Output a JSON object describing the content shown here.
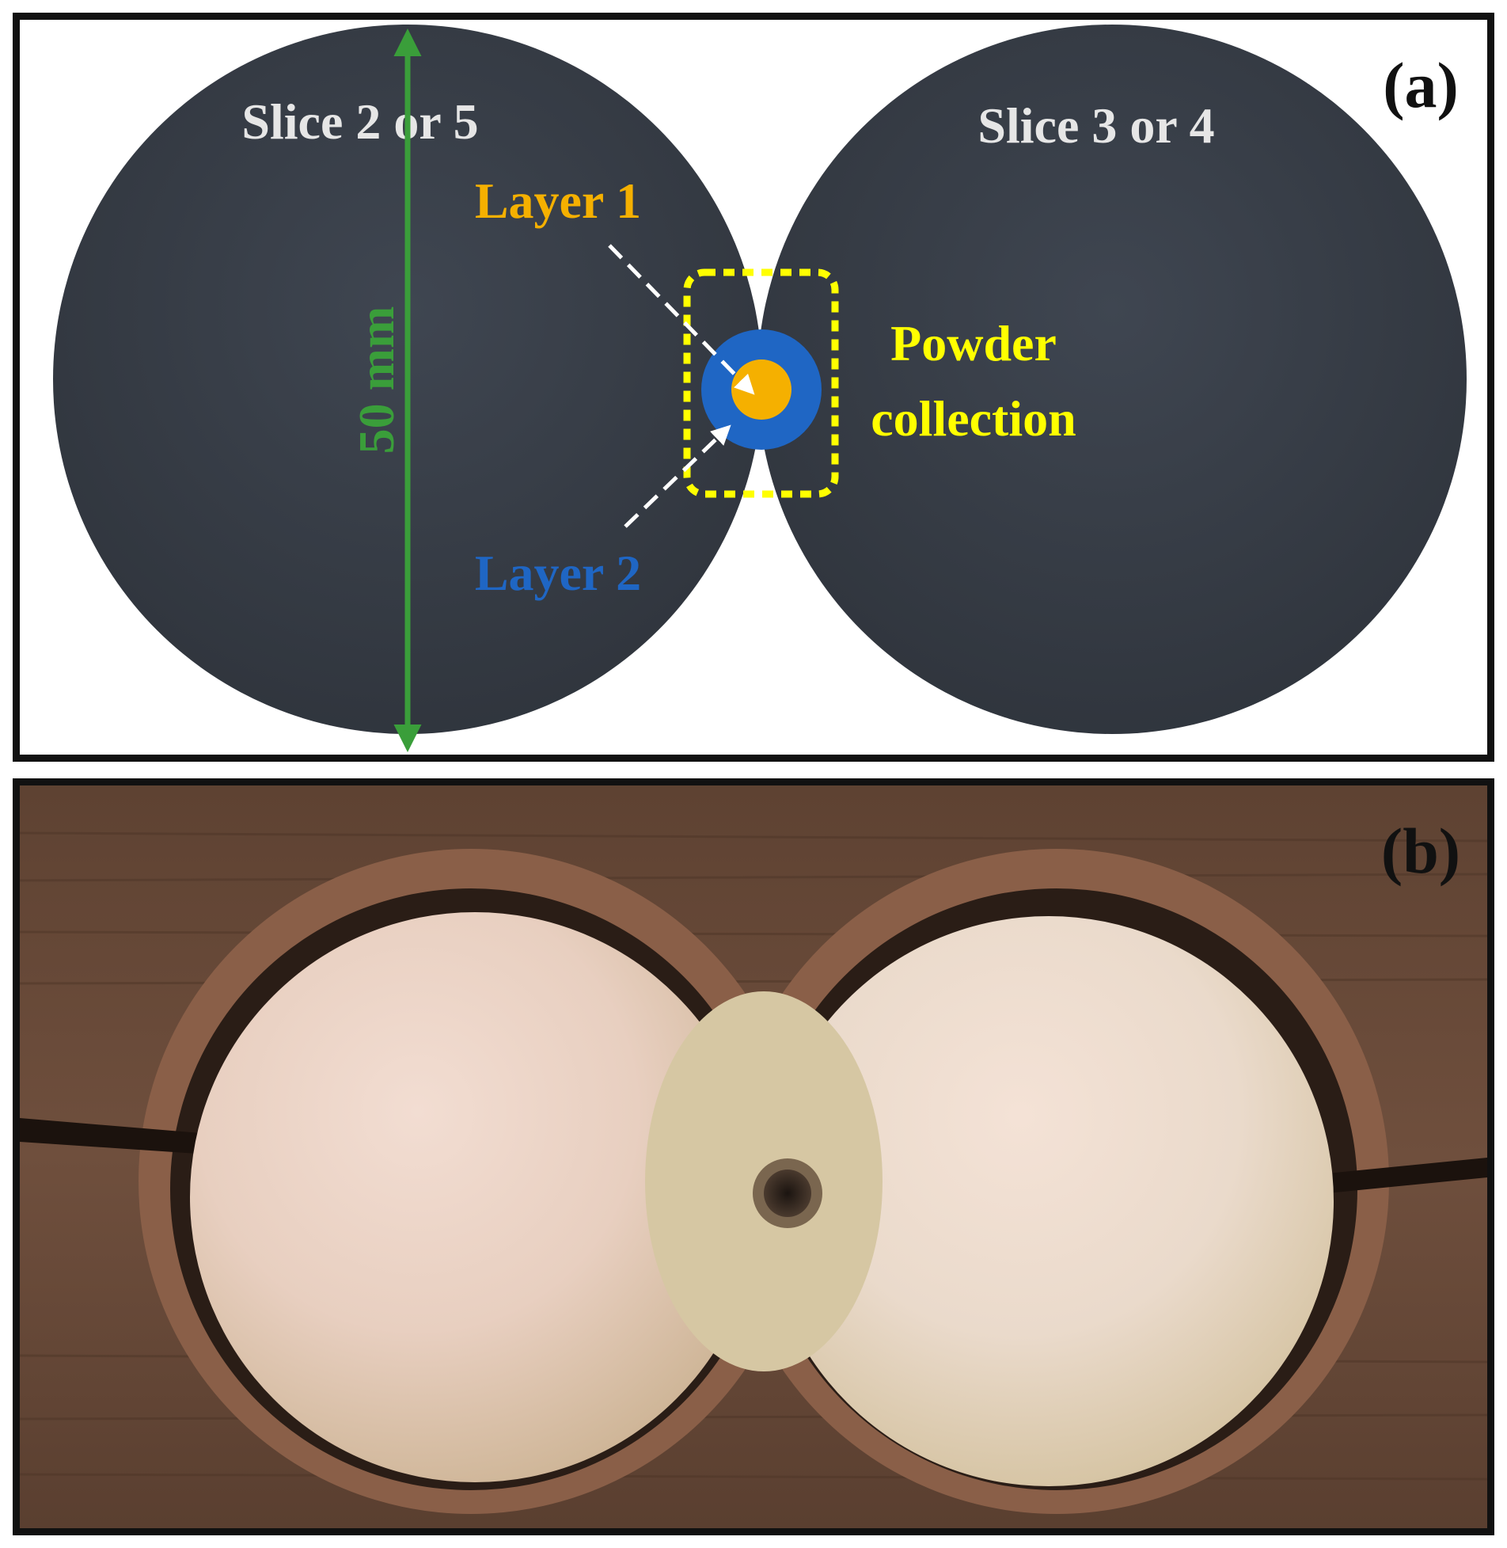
{
  "panel_a": {
    "label": "(a)",
    "slice_left": "Slice 2 or 5",
    "slice_right": "Slice 3 or 4",
    "layer1": "Layer 1",
    "layer2": "Layer 2",
    "powder_line1": "Powder",
    "powder_line2": "collection",
    "dimension": "50 mm"
  },
  "panel_b": {
    "label": "(b)"
  },
  "colors": {
    "slice_fill": "#373d47",
    "slice_text": "#e6e6e6",
    "layer1": "#f5b000",
    "layer2": "#1f66c4",
    "powder_box": "#ffff00",
    "dimension": "#3a9e3a",
    "arrow": "#ffffff"
  }
}
